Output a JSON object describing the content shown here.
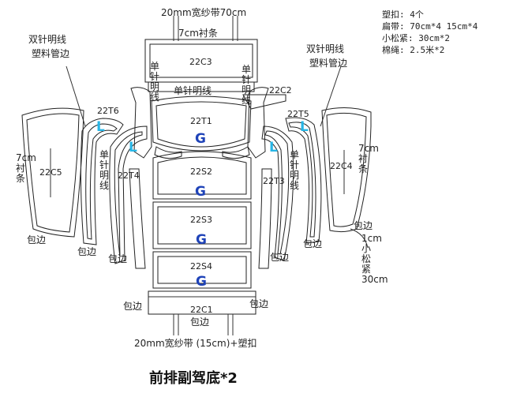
{
  "title": "前排副驾底*2",
  "top_tape": "20mm宽纱带70cm",
  "top_lining": "7cm衬条",
  "bottom_tape": "20mm宽纱带 (15cm)+塑扣",
  "notes": [
    "塑扣: 4个",
    "扁带: 70cm*4  15cm*4",
    "小松紧: 30cm*2",
    "棉绳: 2.5米*2"
  ],
  "left_callout": [
    "双针明线",
    "塑料管边"
  ],
  "right_callout": [
    "双针明线",
    "塑料管边"
  ],
  "center_stitch": "单针明线",
  "vert_stitch": "单针明线",
  "left_side_lining": "7cm衬条",
  "right_side_lining": "7cm衬条",
  "right_elastic": "1cm小松紧30cm",
  "hem": "包边",
  "codes": {
    "c3": "22C3",
    "t1": "22T1",
    "s2": "22S2",
    "s3": "22S3",
    "s4": "22S4",
    "c1": "22C1",
    "c5": "22C5",
    "t6": "22T6",
    "t4": "22T4",
    "c2": "22C2",
    "t5": "22T5",
    "t3": "22T3",
    "c4": "22C4"
  },
  "marks": {
    "g": "G",
    "l": "L"
  }
}
